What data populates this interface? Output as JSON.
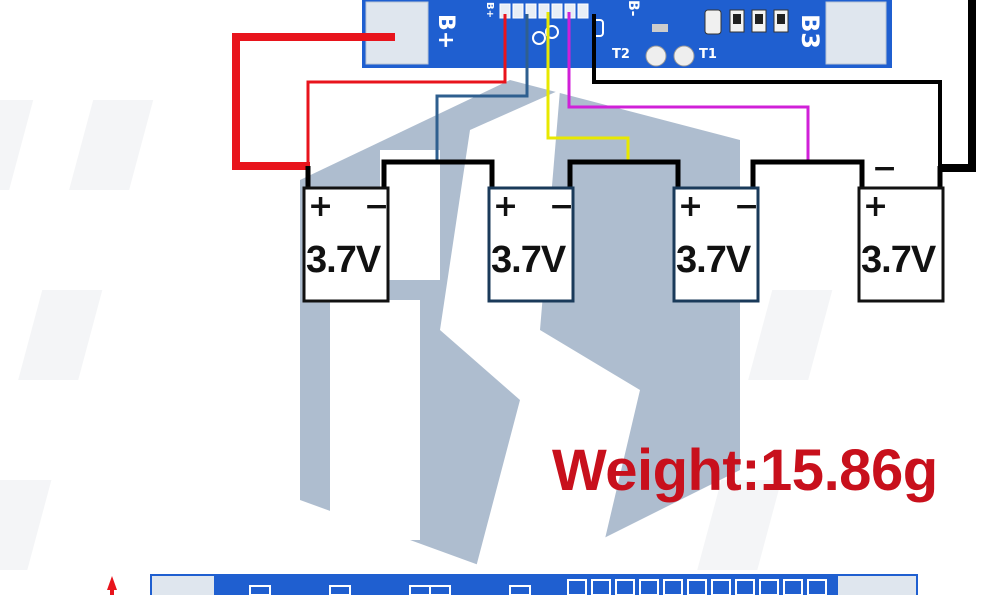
{
  "board": {
    "label_b_plus": "B+",
    "label_b_minus": "B-",
    "label_b3": "B3",
    "label_t2": "T2",
    "label_t1": "T1",
    "label_b_plus_small": "B+"
  },
  "cells": [
    {
      "plus": "+",
      "minus": "−",
      "voltage": "3.7V"
    },
    {
      "plus": "+",
      "minus": "−",
      "voltage": "3.7V"
    },
    {
      "plus": "+",
      "minus": "−",
      "voltage": "3.7V"
    },
    {
      "plus": "+",
      "minus": "",
      "voltage": "3.7V"
    }
  ],
  "last_cell_top_sign": "−",
  "weight_text": "Weight:15.86g",
  "colors": {
    "pcb_blue": "#1f5fd0",
    "wire_red": "#e8141c",
    "wire_blue": "#2f5f8f",
    "wire_yellow": "#e8e800",
    "wire_magenta": "#d020d8",
    "wire_black": "#000000",
    "weight_red": "#c8101c",
    "watermark": "#6b86a8"
  }
}
